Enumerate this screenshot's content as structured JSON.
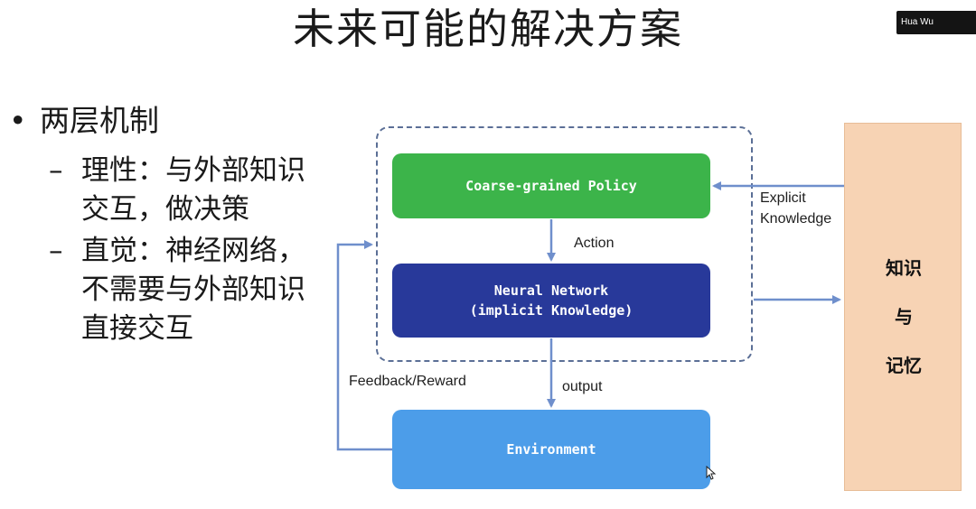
{
  "slide": {
    "title": "未来可能的解决方案"
  },
  "participant": {
    "name": "Hua Wu"
  },
  "bullets": {
    "main": {
      "marker": "•",
      "text": "两层机制"
    },
    "subs": [
      {
        "marker": "–",
        "text": "理性：与外部知识交互，做决策"
      },
      {
        "marker": "–",
        "text": "直觉：神经网络，不需要与外部知识直接交互"
      }
    ]
  },
  "diagram": {
    "nodes": {
      "policy": "Coarse-grained Policy",
      "network_line1": "Neural Network",
      "network_line2": "(implicit Knowledge)",
      "environment": "Environment"
    },
    "edge_labels": {
      "action": "Action",
      "output": "output",
      "feedback": "Feedback/Reward",
      "explicit_line1": "Explicit",
      "explicit_line2": "Knowledge"
    },
    "side_panel": {
      "line1": "知识",
      "line2": "与",
      "line3": "记忆"
    },
    "colors": {
      "policy": "#3cb44a",
      "network": "#28399a",
      "environment": "#4c9de9",
      "side_panel": "#f7d3b4",
      "arrows": "#6f8fcc",
      "dashed_border": "#5b6f96"
    }
  }
}
